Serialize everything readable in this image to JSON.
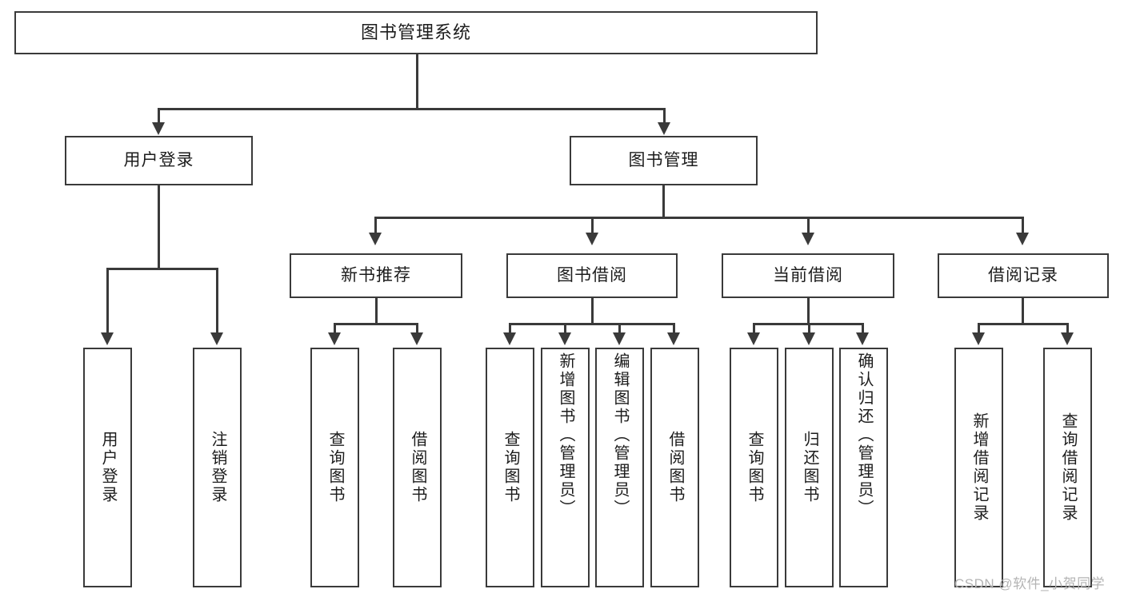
{
  "diagram": {
    "type": "tree-hierarchy-chart",
    "title": "图书管理系统",
    "root": {
      "label": "图书管理系统"
    },
    "level2": [
      {
        "label": "用户登录"
      },
      {
        "label": "图书管理"
      }
    ],
    "level3": [
      {
        "label": "新书推荐"
      },
      {
        "label": "图书借阅"
      },
      {
        "label": "当前借阅"
      },
      {
        "label": "借阅记录"
      }
    ],
    "leaves": {
      "user_login": [
        {
          "label": "用户登录"
        },
        {
          "label": "注销登录"
        }
      ],
      "new_book_recommend": [
        {
          "label": "查询图书"
        },
        {
          "label": "借阅图书"
        }
      ],
      "book_borrow": [
        {
          "label": "查询图书"
        },
        {
          "label": "新增图书（管理员）"
        },
        {
          "label": "编辑图书（管理员）"
        },
        {
          "label": "借阅图书"
        }
      ],
      "current_borrow": [
        {
          "label": "查询图书"
        },
        {
          "label": "归还图书"
        },
        {
          "label": "确认归还（管理员）"
        }
      ],
      "borrow_record": [
        {
          "label": "新增借阅记录"
        },
        {
          "label": "查询借阅记录"
        }
      ]
    }
  },
  "watermark": {
    "text": "CSDN @软件_小贺同学"
  },
  "colors": {
    "stroke": "#3a3a3a",
    "text": "#1c1c1c",
    "background": "#ffffff",
    "watermark": "#b4b4b4"
  }
}
